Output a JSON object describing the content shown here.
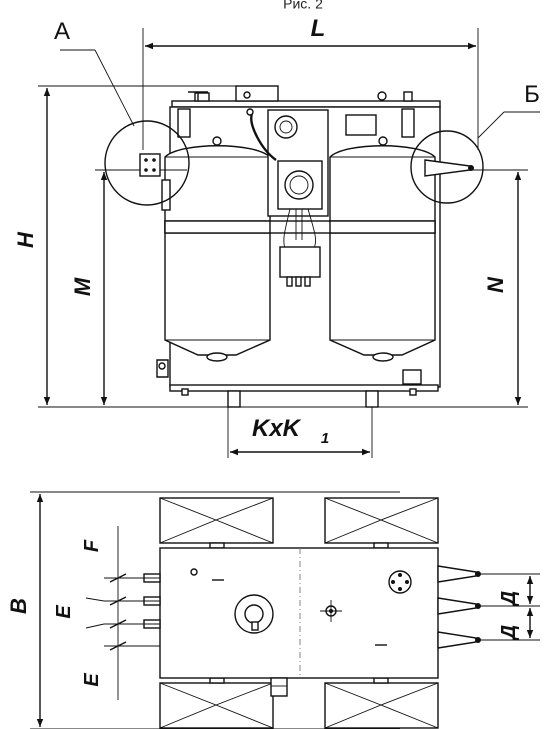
{
  "figure": {
    "caption": "Рис. 2"
  },
  "callouts": {
    "a": "А",
    "b": "Б"
  },
  "dimensions": {
    "l": "L",
    "h": "H",
    "m": "M",
    "n": "N",
    "k": "KxK",
    "k_sub": "1",
    "b": "B",
    "f": "F",
    "e1": "E",
    "e2": "E",
    "d1": "Д",
    "d2": "Д"
  }
}
